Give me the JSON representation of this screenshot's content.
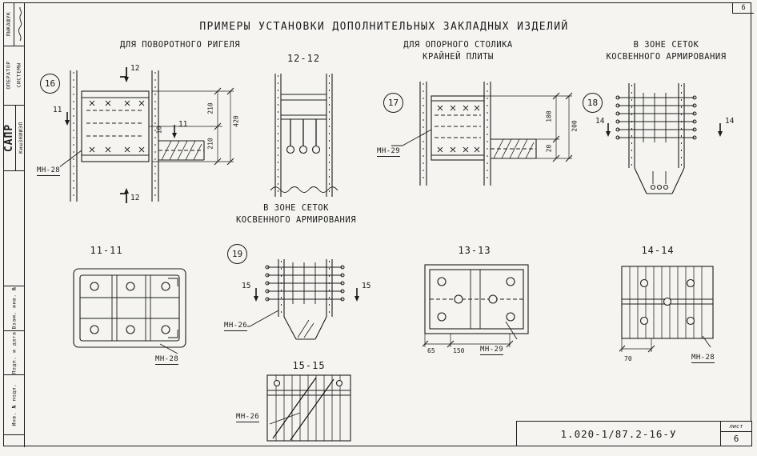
{
  "page": {
    "title": "ПРИМЕРЫ УСТАНОВКИ ДОПОЛНИТЕЛЬНЫХ ЗАКЛАДНЫХ ИЗДЕЛИЙ",
    "corner_page_number": "6"
  },
  "stamp": {
    "doc_number": "1.020-1/87.2-16-У",
    "sheet_label": "лист",
    "sheet_number": "6"
  },
  "sidebar": {
    "name": "ЛЫКАШУК",
    "operator_line1": "ОПЕРАТОР",
    "operator_line2": "СИСТЕМЫ",
    "system": "САПР",
    "org": "КишЗНИИЭП",
    "vzam": "Взам. инв. №",
    "podp": "Подп. и дата",
    "inv": "Инв. № подл."
  },
  "captions": {
    "rotary_girder": "ДЛЯ ПОВОРОТНОГО РИГЕЛЯ",
    "support_table_line1": "ДЛЯ ОПОРНОГО СТОЛИКА",
    "support_table_line2": "КРАЙНЕЙ ПЛИТЫ",
    "mesh_zone_line1": "В ЗОНЕ СЕТОК",
    "mesh_zone_line2": "КОСВЕННОГО АРМИРОВАНИЯ"
  },
  "details": {
    "d16": {
      "bubble": "16",
      "mark": "МН-28",
      "section_top": "12",
      "section_bottom": "12",
      "section_left": "11",
      "section_right": "11",
      "dim_top": "210",
      "dim_bottom": "210",
      "dim_total": "420",
      "dim_small": "10"
    },
    "s12": {
      "title": "12-12"
    },
    "d17": {
      "bubble": "17",
      "mark": "МН-29",
      "dim_a": "100",
      "dim_b": "20",
      "dim_total": "200"
    },
    "d18": {
      "bubble": "18",
      "section_left": "14",
      "section_right": "14"
    },
    "d19": {
      "bubble": "19",
      "mark": "МН-26",
      "section_left": "15",
      "section_right": "15"
    },
    "s11": {
      "title": "11-11",
      "mark": "МН-28"
    },
    "s13": {
      "title": "13-13",
      "mark": "МН-29",
      "dim_a": "65",
      "dim_b": "150"
    },
    "s14": {
      "title": "14-14",
      "mark": "МН-28",
      "dim_a": "70"
    },
    "s15": {
      "title": "15-15",
      "mark": "МН-26"
    }
  }
}
